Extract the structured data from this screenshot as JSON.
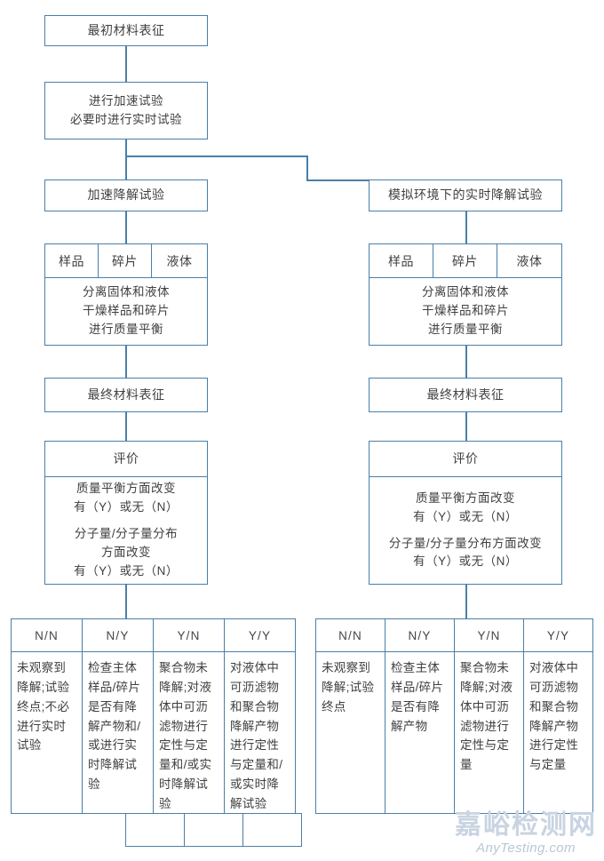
{
  "diagram": {
    "title": "材料降解试验流程图",
    "accent_color": "#4a7fa8",
    "text_color": "#404040",
    "background": "#ffffff"
  },
  "left_branch": {
    "initial_characterization": "最初材料表征",
    "plan_line1": "进行加速试验",
    "plan_line2": "必要时进行实时试验",
    "test_title": "加速降解试验",
    "fractions": [
      "样品",
      "碎片",
      "液体"
    ],
    "process_lines": [
      "分离固体和液体",
      "干燥样品和碎片",
      "进行质量平衡"
    ],
    "final_characterization": "最终材料表征",
    "evaluation_title": "评价",
    "evaluation_lines": [
      "质量平衡方面改变",
      "有（Y）或无（N）",
      "",
      "分子量/分子量分布",
      "方面改变",
      "有（Y）或无（N）"
    ],
    "outcomes": [
      {
        "code": "N/N",
        "text": "未观察到降解;试验终点;不必进行实时试验"
      },
      {
        "code": "N/Y",
        "text": "检查主体样品/碎片是否有降解产物和/或进行实时降解试验"
      },
      {
        "code": "Y/N",
        "text": "聚合物未降解;对液体中可沥滤物进行定性与定量和/或实时降解试验"
      },
      {
        "code": "Y/Y",
        "text": "对液体中可沥滤物和聚合物降解产物进行定性与定量和/或实时降解试验"
      }
    ]
  },
  "right_branch": {
    "test_title": "模拟环境下的实时降解试验",
    "fractions": [
      "样品",
      "碎片",
      "液体"
    ],
    "process_lines": [
      "分离固体和液体",
      "干燥样品和碎片",
      "进行质量平衡"
    ],
    "final_characterization": "最终材料表征",
    "evaluation_title": "评价",
    "evaluation_lines": [
      "质量平衡方面改变",
      "有（Y）或无（N）",
      "",
      "分子量/分子量分布方面改变",
      "有（Y）或无（N）"
    ],
    "outcomes": [
      {
        "code": "N/N",
        "text": "未观察到降解;试验终点"
      },
      {
        "code": "N/Y",
        "text": "检查主体样品/碎片是否有降解产物"
      },
      {
        "code": "Y/N",
        "text": "聚合物未降解;对液体中可沥滤物进行定性与定量"
      },
      {
        "code": "Y/Y",
        "text": "对液体中可沥滤物和聚合物降解产物进行定性与定量"
      }
    ]
  },
  "watermark": {
    "cn": "嘉峪检测网",
    "en": "AnyTesting.com"
  }
}
